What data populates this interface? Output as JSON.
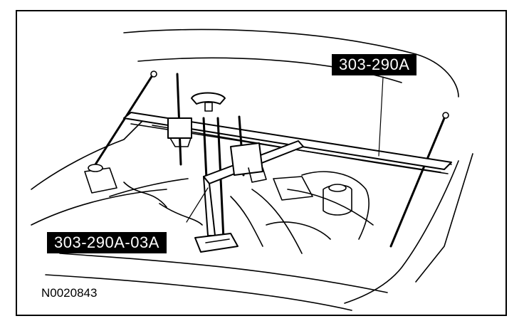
{
  "callouts": {
    "top": "303-290A",
    "bottom": "303-290A-03A"
  },
  "figure_id": "N0020843",
  "colors": {
    "ink": "#000000",
    "paper": "#ffffff",
    "label_bg": "#000000",
    "label_fg": "#ffffff"
  }
}
